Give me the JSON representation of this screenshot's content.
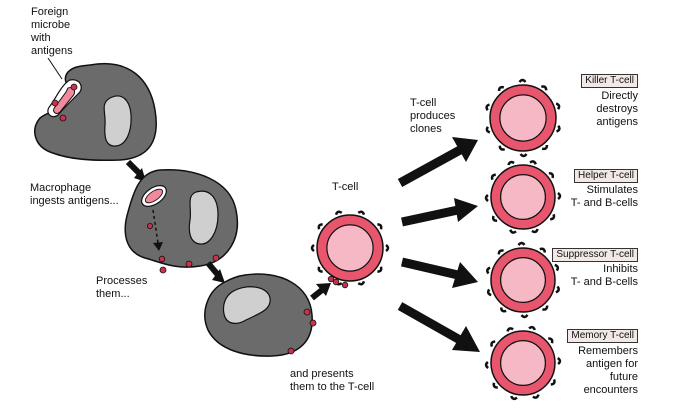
{
  "labels": {
    "foreign_microbe": [
      "Foreign",
      "microbe",
      "with",
      "antigens"
    ],
    "macrophage_ingests": [
      "Macrophage",
      "ingests antigens..."
    ],
    "processes_them": [
      "Processes",
      "them..."
    ],
    "and_presents": [
      "and presents",
      "them to the T-cell"
    ],
    "t_cell": "T-cell",
    "t_cell_clones": [
      "T-cell",
      "produces",
      "clones"
    ]
  },
  "clones": [
    {
      "type": "Killer T-cell",
      "description": [
        "Directly",
        "destroys",
        "antigens"
      ]
    },
    {
      "type": "Helper T-cell",
      "description": [
        "Stimulates",
        "T- and B-cells"
      ]
    },
    {
      "type": "Suppressor T-cell",
      "description": [
        "Inhibits",
        "T- and B-cells"
      ]
    },
    {
      "type": "Memory T-cell",
      "description": [
        "Remembers",
        "antigen for",
        "future",
        "encounters"
      ]
    }
  ],
  "colors": {
    "macrophage": "#6b6b6b",
    "nucleus": "#cfcfcf",
    "tcell_outer": "#e8566e",
    "tcell_inner": "#f7b8c6",
    "antigen": "#c9324f",
    "microbe": "#f08a9c",
    "tag_bg": "#f2e9e6"
  }
}
